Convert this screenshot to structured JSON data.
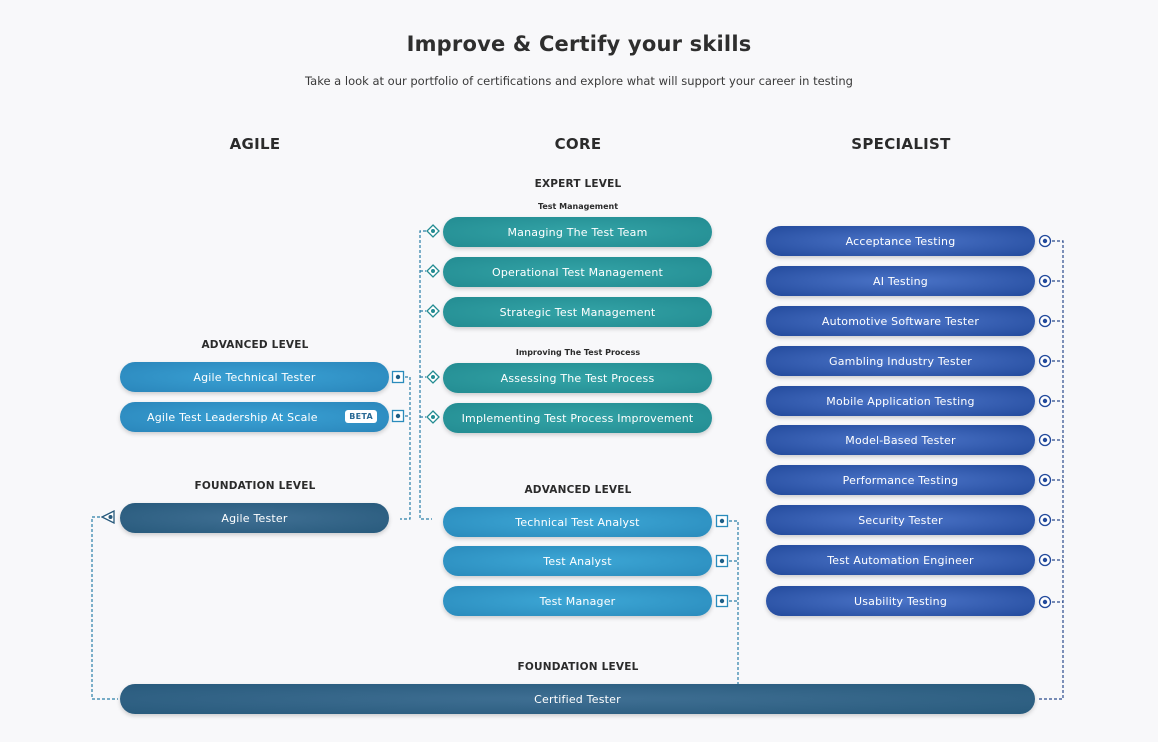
{
  "header": {
    "title": "Improve & Certify your skills",
    "subtitle": "Take a look at our portfolio of certifications and explore what will support your career in testing"
  },
  "columns": {
    "agile": "AGILE",
    "core": "CORE",
    "specialist": "SPECIALIST"
  },
  "core": {
    "expert_level_heading": "EXPERT LEVEL",
    "test_management_heading": "Test Management",
    "test_management_items": [
      "Managing The Test Team",
      "Operational Test Management",
      "Strategic Test Management"
    ],
    "improving_heading": "Improving The Test Process",
    "improving_items": [
      "Assessing The Test Process",
      "Implementing Test Process Improvement"
    ],
    "advanced_level_heading": "ADVANCED LEVEL",
    "advanced_items": [
      "Technical Test Analyst",
      "Test Analyst",
      "Test Manager"
    ],
    "foundation_level_heading": "FOUNDATION LEVEL",
    "foundation_item": "Certified Tester"
  },
  "agile": {
    "advanced_level_heading": "ADVANCED LEVEL",
    "advanced_items": [
      "Agile Technical Tester",
      "Agile Test Leadership At Scale"
    ],
    "beta_badge": "BETA",
    "foundation_level_heading": "FOUNDATION LEVEL",
    "foundation_item": "Agile Tester"
  },
  "specialist": {
    "items": [
      "Acceptance Testing",
      "AI Testing",
      "Automotive Software Tester",
      "Gambling Industry Tester",
      "Mobile Application Testing",
      "Model-Based Tester",
      "Performance Testing",
      "Security Tester",
      "Test Automation Engineer",
      "Usability Testing"
    ]
  },
  "colors": {
    "expert": "#238c92",
    "core_advanced": "#2a8bbc",
    "foundation": "#285a7c",
    "specialist": "#234a9c",
    "connector_agile": "#2a7fa8",
    "connector_specialist": "#2a4a8c"
  },
  "icons": {
    "expert_marker": "diamond-dot-icon",
    "advanced_marker": "square-dot-icon",
    "specialist_marker": "circle-dot-icon",
    "foundation_marker": "triangle-dot-icon"
  }
}
